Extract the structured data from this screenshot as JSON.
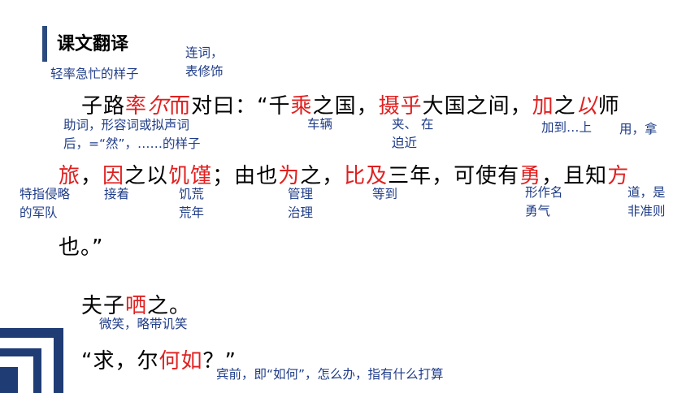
{
  "title": "课文翻译",
  "line1": {
    "s1": "子路",
    "s2": "率",
    "s3": "尔",
    "s4": "而",
    "s5": "对曰：“千",
    "s6": "乘",
    "s7": "之国，",
    "s8": "摄乎",
    "s9": "大国之间，",
    "s10": "加",
    "s11": "之",
    "s12": "以",
    "s13": "师"
  },
  "line2": {
    "s1": "旅",
    "s2": "，",
    "s3": "因",
    "s4": "之以",
    "s5": "饥馑",
    "s6": "；由也",
    "s7": "为",
    "s8": "之，",
    "s9": "比及",
    "s10": "三年，可使有",
    "s11": "勇",
    "s12": "，且知",
    "s13": "方"
  },
  "line3": "也。”",
  "line4": {
    "s1": "夫子",
    "s2": "哂",
    "s3": "之。"
  },
  "line5": {
    "s1": "“求，尔",
    "s2": "何如",
    "s3": "？”"
  },
  "notes": {
    "lianci": [
      "连词，",
      "表修饰"
    ],
    "shuaier": "轻率急忙的样子",
    "zhuci": [
      "助词，形容词或拟声词",
      "后，=“然”，……的样子"
    ],
    "cheliang": "车辆",
    "jia": [
      "夹、 在",
      "迫近"
    ],
    "jiadao": "加到…上",
    "yong_na": "用，拿",
    "lv": [
      "特指侵略",
      "的军队"
    ],
    "jiezhe": "接着",
    "jihuang": [
      "饥荒",
      "荒年"
    ],
    "guanli": [
      "管理",
      "治理"
    ],
    "dengdao": "等到",
    "xingzuoming": [
      "形作名",
      "勇气"
    ],
    "dao": [
      "道，是",
      "非准则"
    ],
    "shen": "微笑，略带讥笑",
    "heru": "宾前，即“如何”，怎么办，指有什么打算"
  },
  "colors": {
    "accent": "#e02020",
    "note": "#1f3c88",
    "bar": "#2b4a7e"
  }
}
